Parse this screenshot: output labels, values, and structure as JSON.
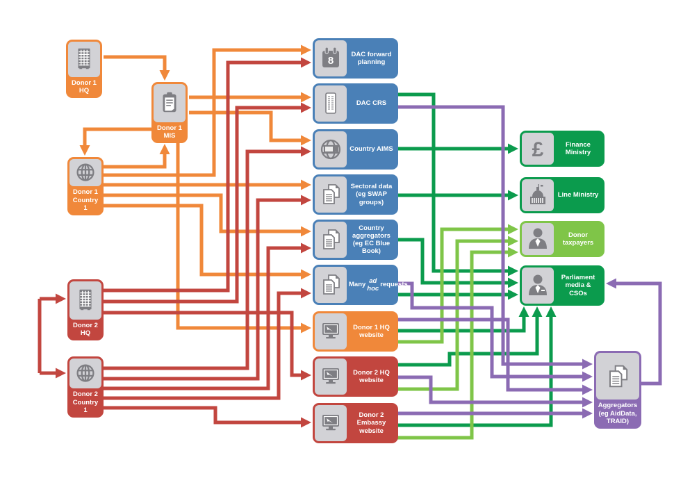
{
  "diagram_title": "Donor aid information flows diagram",
  "colors": {
    "orange": "#F0883A",
    "red": "#C2463F",
    "blue": "#4A80B7",
    "dark_green": "#0B9B4D",
    "light_green": "#7FC548",
    "purple": "#8B6BB3",
    "icon_bg": "#D2D2D6",
    "icon_fg": "#7E7E83",
    "label_text": "#FFFFFF"
  },
  "icons": {
    "calendar_number": "8",
    "pound_symbol": "£"
  },
  "nodes": {
    "donor1_hq": {
      "label": "Donor 1 HQ",
      "icon": "building-icon",
      "color": "orange"
    },
    "donor1_mis": {
      "label": "Donor 1 MIS",
      "icon": "clipboard-icon",
      "color": "orange"
    },
    "donor1_country1": {
      "label": "Donor 1 Country 1",
      "icon": "globe-icon",
      "color": "orange"
    },
    "donor2_hq": {
      "label": "Donor 2 HQ",
      "icon": "building-icon",
      "color": "red"
    },
    "donor2_country1": {
      "label": "Donor 2 Country 1",
      "icon": "globe-icon",
      "color": "red"
    },
    "dac_forward_planning": {
      "label": "DAC forward planning",
      "icon": "calendar-icon",
      "color": "blue"
    },
    "dac_crs": {
      "label": "DAC CRS",
      "icon": "report-icon",
      "color": "blue"
    },
    "country_aims": {
      "label": "Country AIMS",
      "icon": "globe-monitor-icon",
      "color": "blue"
    },
    "sectoral_data": {
      "label": "Sectoral data (eg SWAP groups)",
      "icon": "documents-icon",
      "color": "blue"
    },
    "country_aggregators": {
      "label": "Country aggregators (eg EC Blue Book)",
      "icon": "documents-icon",
      "color": "blue"
    },
    "many_adhoc_requests": {
      "label_pre": "Many",
      "label_italic": "ad hoc",
      "label_post": "requests",
      "icon": "documents-icon",
      "color": "blue"
    },
    "donor1_hq_website": {
      "label": "Donor 1 HQ website",
      "icon": "monitor-icon",
      "color": "orange"
    },
    "donor2_hq_website": {
      "label": "Donor 2 HQ website",
      "icon": "monitor-icon",
      "color": "red"
    },
    "donor2_embassy_website": {
      "label": "Donor 2 Embassy website",
      "icon": "monitor-icon",
      "color": "red"
    },
    "finance_ministry": {
      "label": "Finance Ministry",
      "icon": "pound-icon",
      "color": "dark_green"
    },
    "line_ministry": {
      "label": "Line Ministry",
      "icon": "government-building-icon",
      "color": "dark_green"
    },
    "donor_taxpayers": {
      "label": "Donor taxpayers",
      "icon": "person-icon",
      "color": "light_green"
    },
    "parliament_media_csos": {
      "label": "Parliament media & CSOs",
      "icon": "person-icon",
      "color": "dark_green"
    },
    "aggregators": {
      "label": "Aggregators (eg AidData, TRAID)",
      "icon": "documents-icon",
      "color": "purple"
    }
  },
  "edges": [
    {
      "from": "donor1_hq",
      "to": "donor1_mis",
      "color": "orange"
    },
    {
      "from": "donor1_mis",
      "to": "donor1_country1",
      "color": "orange"
    },
    {
      "from": "donor1_country1",
      "to": "donor1_mis",
      "color": "orange"
    },
    {
      "from": "donor1_mis",
      "to": "dac_crs",
      "color": "orange"
    },
    {
      "from": "donor1_mis",
      "to": "country_aims",
      "color": "orange"
    },
    {
      "from": "donor1_mis",
      "to": "donor1_hq_website",
      "color": "orange"
    },
    {
      "from": "donor1_country1",
      "to": "dac_forward_planning",
      "color": "orange"
    },
    {
      "from": "donor1_country1",
      "to": "sectoral_data",
      "color": "orange"
    },
    {
      "from": "donor1_country1",
      "to": "country_aggregators",
      "color": "orange"
    },
    {
      "from": "donor1_country1",
      "to": "many_adhoc_requests",
      "color": "orange"
    },
    {
      "from": "donor2_hq",
      "to": "donor2_country1",
      "color": "red",
      "bidirectional": true
    },
    {
      "from": "donor2_hq",
      "to": "dac_forward_planning",
      "color": "red"
    },
    {
      "from": "donor2_hq",
      "to": "dac_crs",
      "color": "red"
    },
    {
      "from": "donor2_hq",
      "to": "donor2_hq_website",
      "color": "red"
    },
    {
      "from": "donor2_country1",
      "to": "country_aims",
      "color": "red"
    },
    {
      "from": "donor2_country1",
      "to": "sectoral_data",
      "color": "red"
    },
    {
      "from": "donor2_country1",
      "to": "country_aggregators",
      "color": "red"
    },
    {
      "from": "donor2_country1",
      "to": "many_adhoc_requests",
      "color": "red"
    },
    {
      "from": "donor2_country1",
      "to": "donor2_embassy_website",
      "color": "red"
    },
    {
      "from": "dac_crs",
      "to": "parliament_media_csos",
      "color": "dark_green"
    },
    {
      "from": "country_aims",
      "to": "finance_ministry",
      "color": "dark_green"
    },
    {
      "from": "sectoral_data",
      "to": "line_ministry",
      "color": "dark_green"
    },
    {
      "from": "country_aggregators",
      "to": "parliament_media_csos",
      "color": "dark_green"
    },
    {
      "from": "many_adhoc_requests",
      "to": "parliament_media_csos",
      "color": "dark_green"
    },
    {
      "from": "donor1_hq_website",
      "to": "parliament_media_csos",
      "color": "dark_green"
    },
    {
      "from": "donor2_hq_website",
      "to": "parliament_media_csos",
      "color": "dark_green"
    },
    {
      "from": "donor2_embassy_website",
      "to": "parliament_media_csos",
      "color": "dark_green"
    },
    {
      "from": "donor1_hq_website",
      "to": "donor_taxpayers",
      "color": "light_green"
    },
    {
      "from": "donor2_hq_website",
      "to": "donor_taxpayers",
      "color": "light_green"
    },
    {
      "from": "donor2_embassy_website",
      "to": "donor_taxpayers",
      "color": "light_green"
    },
    {
      "from": "dac_crs",
      "to": "aggregators",
      "color": "purple"
    },
    {
      "from": "many_adhoc_requests",
      "to": "aggregators",
      "color": "purple"
    },
    {
      "from": "donor1_hq_website",
      "to": "aggregators",
      "color": "purple"
    },
    {
      "from": "donor2_hq_website",
      "to": "aggregators",
      "color": "purple"
    },
    {
      "from": "donor2_embassy_website",
      "to": "aggregators",
      "color": "purple"
    },
    {
      "from": "aggregators",
      "to": "parliament_media_csos",
      "color": "purple"
    }
  ]
}
